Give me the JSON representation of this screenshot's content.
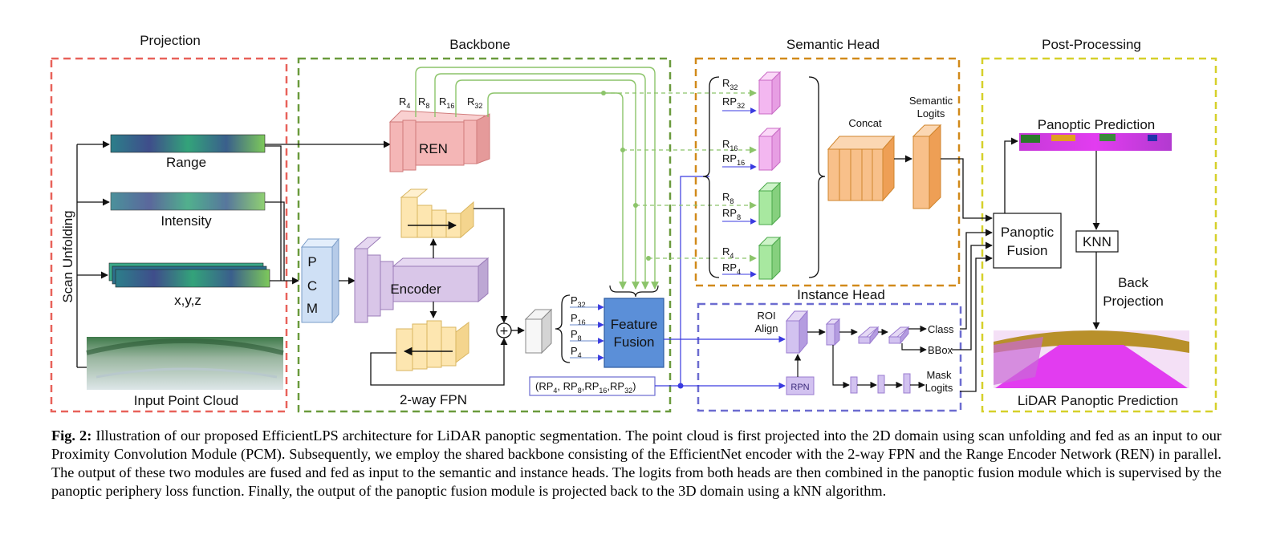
{
  "sections": {
    "projection": "Projection",
    "backbone": "Backbone",
    "semantic_head": "Semantic Head",
    "post_processing": "Post-Processing",
    "instance_head": "Instance Head"
  },
  "projection": {
    "scan_unfolding": "Scan Unfolding",
    "range": "Range",
    "intensity": "Intensity",
    "xyz": "x,y,z",
    "input_point_cloud": "Input Point Cloud"
  },
  "backbone": {
    "ren": "REN",
    "pcm": [
      "P",
      "C",
      "M"
    ],
    "encoder": "Encoder",
    "fpn": "2-way FPN",
    "feature_fusion": [
      "Feature",
      "Fusion"
    ],
    "ren_taps": [
      {
        "base": "R",
        "sub": "4"
      },
      {
        "base": "R",
        "sub": "8"
      },
      {
        "base": "R",
        "sub": "16"
      },
      {
        "base": "R",
        "sub": "32"
      }
    ],
    "fpn_outputs": [
      {
        "base": "P",
        "sub": "32"
      },
      {
        "base": "P",
        "sub": "16"
      },
      {
        "base": "P",
        "sub": "8"
      },
      {
        "base": "P",
        "sub": "4"
      }
    ],
    "rp_tuple": [
      "(RP",
      "4",
      ", RP",
      "8",
      ",RP",
      "16",
      ",RP",
      "32",
      ")"
    ]
  },
  "semantic_head": {
    "inputs": [
      {
        "r": "R",
        "r_sub": "32",
        "rp": "RP",
        "rp_sub": "32",
        "color": "#f3b7f0"
      },
      {
        "r": "R",
        "r_sub": "16",
        "rp": "RP",
        "rp_sub": "16",
        "color": "#f3b7f0"
      },
      {
        "r": "R",
        "r_sub": "8",
        "rp": "RP",
        "rp_sub": "8",
        "color": "#a8e8a0"
      },
      {
        "r": "R",
        "r_sub": "4",
        "rp": "RP",
        "rp_sub": "4",
        "color": "#a8e8a0"
      }
    ],
    "concat": "Concat",
    "semantic_logits": [
      "Semantic",
      "Logits"
    ]
  },
  "instance_head": {
    "roi_align": [
      "ROI",
      "Align"
    ],
    "rpn": "RPN",
    "class": "Class",
    "bbox": "BBox",
    "mask_logits": [
      "Mask",
      "Logits"
    ]
  },
  "post_processing": {
    "panoptic_prediction": "Panoptic Prediction",
    "panoptic_fusion": [
      "Panoptic",
      "Fusion"
    ],
    "knn": "KNN",
    "back_projection": [
      "Back",
      "Projection"
    ],
    "lidar_panoptic_prediction": "LiDAR Panoptic Prediction"
  },
  "caption": {
    "label": "Fig. 2:",
    "text": " Illustration of our proposed EfficientLPS architecture for LiDAR panoptic segmentation. The point cloud is first projected into the 2D domain using scan unfolding and fed as an input to our Proximity Convolution Module (PCM). Subsequently, we employ the shared backbone consisting of the EfficientNet encoder with the 2-way FPN and the Range Encoder Network (REN) in parallel. The output of these two modules are fused and fed as input to the semantic and instance heads. The logits from both heads are then combined in the panoptic fusion module which is supervised by the panoptic periphery loss function. Finally, the output of the panoptic fusion module is projected back to the 3D domain using a kNN algorithm."
  },
  "colors": {
    "projection_border": "#e8625a",
    "backbone_border": "#6a9a3c",
    "semantic_border": "#d18a1a",
    "post_border": "#d6d02a",
    "instance_border": "#6c6cd0",
    "ren_fill": "#f4b6b6",
    "encoder_fill": "#d9c6e8",
    "fpn_fill": "#fde6b0",
    "pcm_fill": "#cfe0f5",
    "feature_fusion_fill": "#5b8fd8",
    "concat_fill": "#f8c08a",
    "green_arrow": "#8cc46a",
    "blue_line": "#3a3ae0"
  }
}
